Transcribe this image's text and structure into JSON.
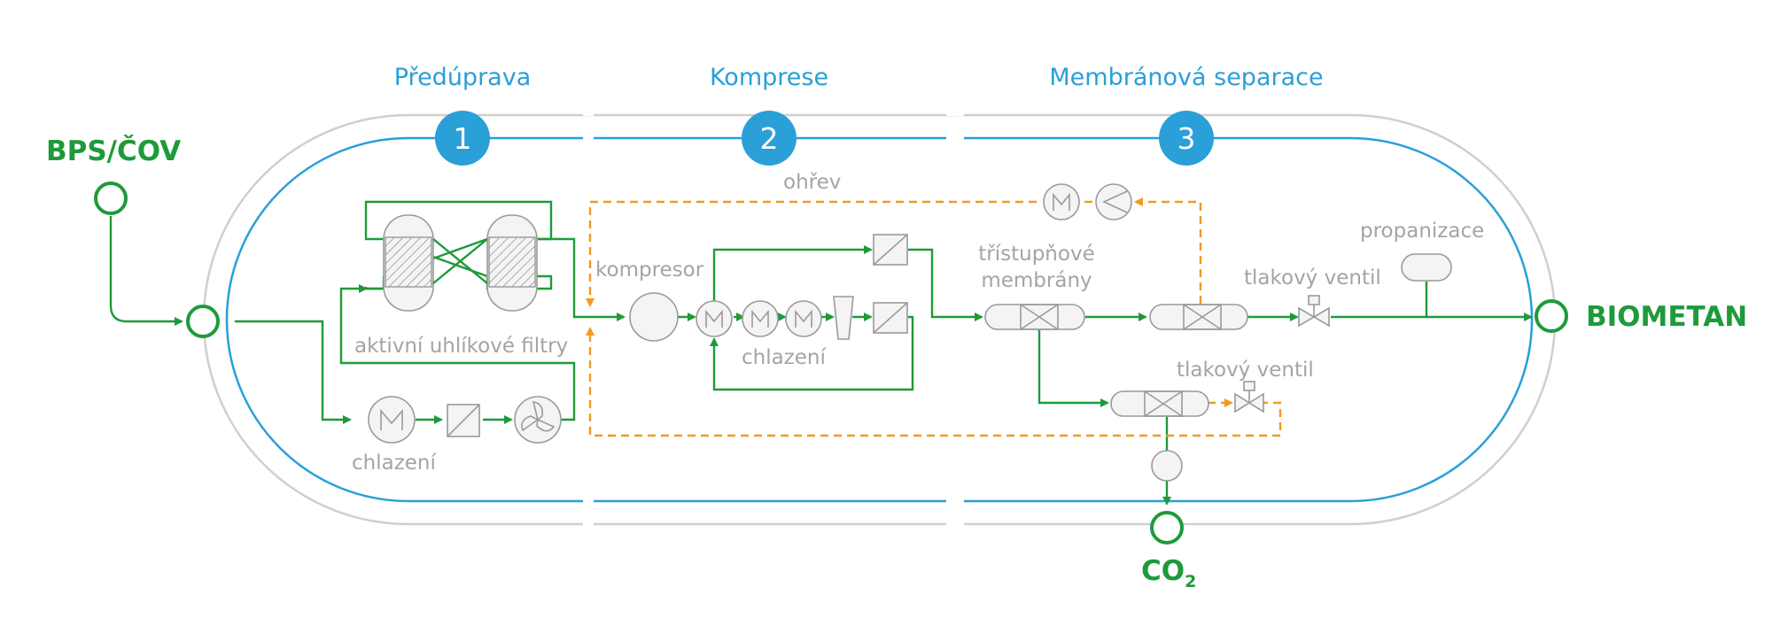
{
  "stages": [
    {
      "number": "1",
      "title": "Předúprava"
    },
    {
      "number": "2",
      "title": "Komprese"
    },
    {
      "number": "3",
      "title": "Membránová separace"
    }
  ],
  "endpoints": {
    "input": "BPS/ČOV",
    "output": "BIOMETAN",
    "co2_main": "CO",
    "co2_sub": "2"
  },
  "labels": {
    "activated_carbon": "aktivní uhlíkové filtry",
    "cooling_1": "chlazení",
    "compressor": "kompresor",
    "cooling_2": "chlazení",
    "heating": "ohřev",
    "membranes_line1": "třístupňové",
    "membranes_line2": "membrány",
    "pressure_valve_1": "tlakový ventil",
    "pressure_valve_2": "tlakový ventil",
    "propanization": "propanizace"
  },
  "colors": {
    "process_flow": "#1e9a3a",
    "heating_loop": "#f29a1f",
    "stage_accent": "#2a9fd8",
    "track_outer": "#cfcfcf",
    "equipment": "#9a9a9a"
  }
}
